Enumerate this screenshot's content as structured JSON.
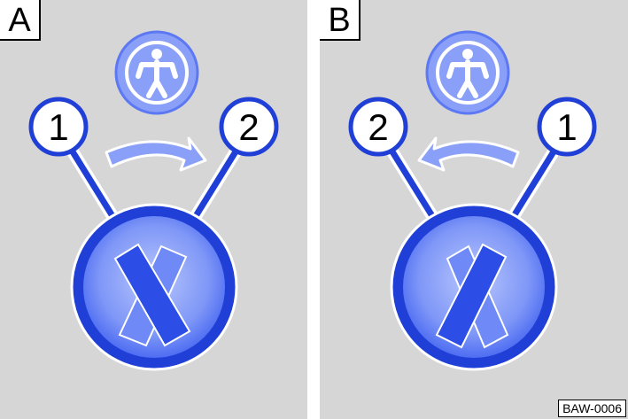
{
  "panels": [
    {
      "letter": "A",
      "left_position_number": "1",
      "right_position_number": "2",
      "arrow_direction": "right"
    },
    {
      "letter": "B",
      "left_position_number": "2",
      "right_position_number": "1",
      "arrow_direction": "left"
    }
  ],
  "figure_code": "BAW-0006",
  "icons": [
    "child-seat-icon",
    "rotary-knob-icon",
    "curved-arrow-icon"
  ],
  "colors": {
    "background": "#d6d6d6",
    "blue_dark": "#1f3fd6",
    "blue_mid": "#4e6df2",
    "blue_light": "#a6b7fb"
  }
}
